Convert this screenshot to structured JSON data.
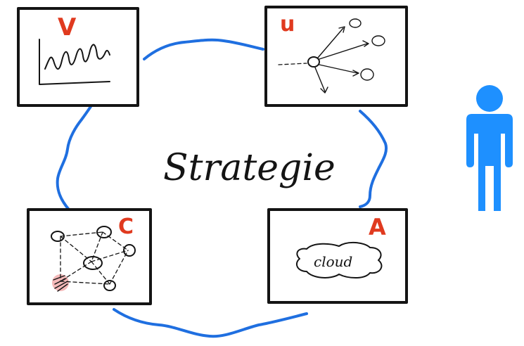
{
  "center_label": "Strategie",
  "panels": [
    {
      "letter": "V",
      "sketch": "line-chart-sketch"
    },
    {
      "letter": "u",
      "sketch": "network-arrows-sketch"
    },
    {
      "letter": "C",
      "sketch": "connected-nodes-sketch"
    },
    {
      "letter": "A",
      "sketch": "cloud-sketch",
      "cloud_label": "cloud"
    }
  ],
  "colors": {
    "ink": "#141414",
    "letters": "#e03a1f",
    "cycle": "#1f6fe0",
    "person": "#1e90ff",
    "highlight": "#f4b9b9"
  },
  "person_icon": "person-icon"
}
